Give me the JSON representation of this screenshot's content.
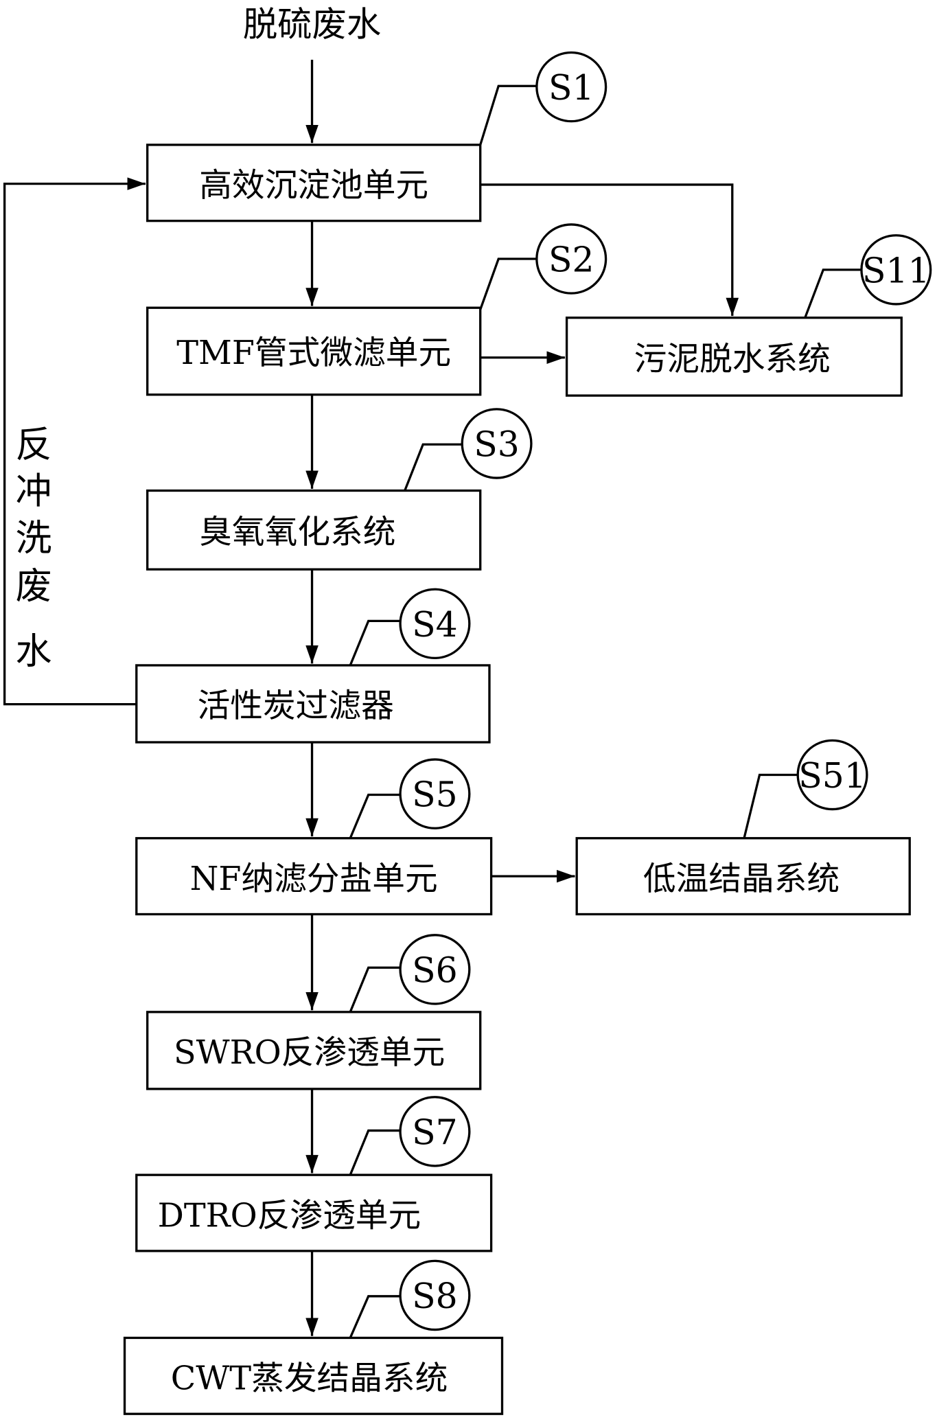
{
  "input_label": "脱硫废水",
  "backwash_label": [
    "反",
    "冲",
    "洗",
    "废",
    "水"
  ],
  "units": {
    "sedimentation": "高效沉淀池单元",
    "tmf": "TMF管式微滤单元",
    "sludge": "污泥脱水系统",
    "ozone": "臭氧氧化系统",
    "carbon": "活性炭过滤器",
    "nf": "NF纳滤分盐单元",
    "low_temp": "低温结晶系统",
    "swro": "SWRO反渗透单元",
    "dtro": "DTRO反渗透单元",
    "cwt": "CWT蒸发结晶系统"
  },
  "tags": {
    "sedimentation": "S1",
    "tmf": "S2",
    "sludge": "S11",
    "ozone": "S3",
    "carbon": "S4",
    "nf": "S5",
    "low_temp": "S51",
    "swro": "S6",
    "dtro": "S7",
    "cwt": "S8"
  }
}
